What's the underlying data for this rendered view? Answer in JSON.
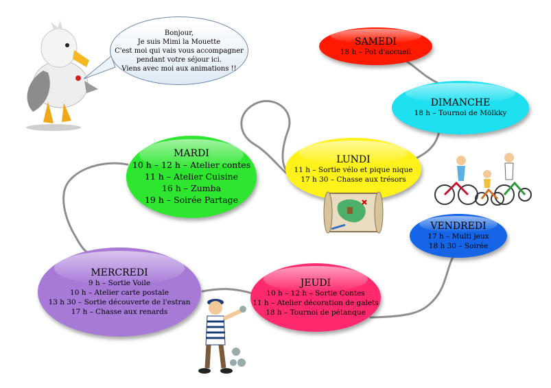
{
  "speech_bubble": {
    "lines": [
      "Bonjour,",
      "Je suis Mimi la Mouette",
      "C'est moi qui vais vous accompagner",
      "pendant votre séjour ici.",
      "Viens avec moi aux animations !!"
    ]
  },
  "days": {
    "samedi": {
      "title": "SAMEDI",
      "lines": [
        "18 h – Pot d'accueil"
      ],
      "color": "#ff1a00"
    },
    "dimanche": {
      "title": "DIMANCHE",
      "lines": [
        "18 h – Tournoi de Mölkky"
      ],
      "color": "#1ee0f0"
    },
    "lundi": {
      "title": "LUNDI",
      "lines": [
        "11 h – Sortie vélo et pique nique",
        "17 h 30 – Chasse aux trésors"
      ],
      "color": "#fff21a"
    },
    "mardi": {
      "title": "MARDI",
      "lines": [
        "10 h – 12 h – Atelier contes",
        "11 h – Atelier Cuisine",
        "16 h – Zumba",
        "19 h – Soirée Partage"
      ],
      "color": "#2ee630"
    },
    "vendredi": {
      "title": "VENDREDI",
      "lines": [
        "17 h – Multi jeux",
        "18 h 30 – Soirée"
      ],
      "color": "#1565e6"
    },
    "mercredi": {
      "title": "MERCREDI",
      "lines": [
        "9 h – Sortie Voile",
        "10 h – Atelier carte postale",
        "13 h 30 – Sortie découverte de l'estran",
        "17 h – Chasse aux renards"
      ],
      "color": "#a77ad8"
    },
    "jeudi": {
      "title": "JEUDI",
      "lines": [
        "10 h – 12 h – Sortie Contes",
        "11 h – Atelier décoration de galets",
        "18 h – Tournoi de pétanque"
      ],
      "color": "#ff2a6e"
    }
  },
  "connector_color": "#8a8a8a"
}
